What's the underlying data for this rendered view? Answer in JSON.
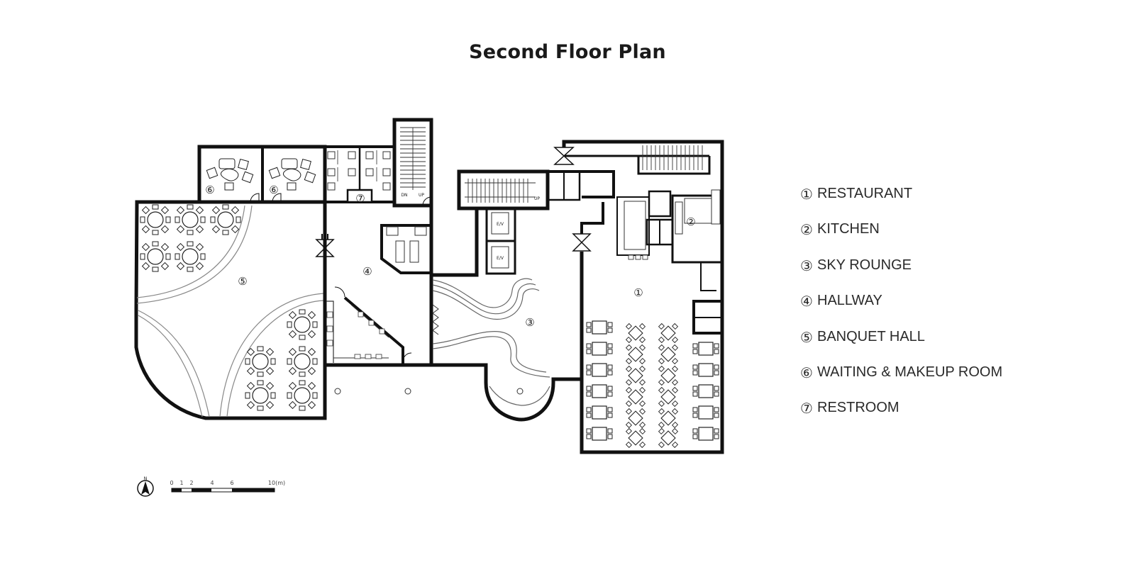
{
  "title": "Second Floor Plan",
  "rooms": [
    {
      "num": "①",
      "label": "RESTAURANT"
    },
    {
      "num": "②",
      "label": "KITCHEN"
    },
    {
      "num": "③",
      "label": "SKY ROUNGE"
    },
    {
      "num": "④",
      "label": "HALLWAY"
    },
    {
      "num": "⑤",
      "label": "BANQUET HALL"
    },
    {
      "num": "⑥",
      "label": "WAITING & MAKEUP ROOM"
    },
    {
      "num": "⑦",
      "label": "RESTROOM"
    }
  ],
  "plan_labels": {
    "restaurant": "①",
    "kitchen": "②",
    "sky_lounge": "③",
    "hallway": "④",
    "banquet": "⑤",
    "waiting_a": "⑥",
    "waiting_b": "⑥",
    "restroom": "⑦"
  },
  "stair_labels": {
    "dn": "DN",
    "up": "UP",
    "up2": "UP",
    "ev1": "E/V",
    "ev2": "E/V"
  },
  "north_label": "N",
  "scale_bar": {
    "ticks": [
      "0",
      "1",
      "2",
      "4",
      "6",
      "10(m)"
    ]
  }
}
